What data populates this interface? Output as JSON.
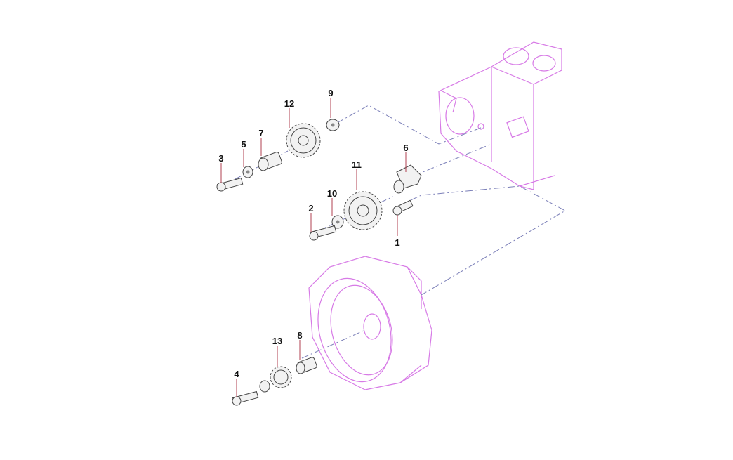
{
  "diagram": {
    "callouts": [
      {
        "id": "1",
        "label": "1"
      },
      {
        "id": "2",
        "label": "2"
      },
      {
        "id": "3",
        "label": "3"
      },
      {
        "id": "4",
        "label": "4"
      },
      {
        "id": "5",
        "label": "5"
      },
      {
        "id": "6",
        "label": "6"
      },
      {
        "id": "7",
        "label": "7"
      },
      {
        "id": "8",
        "label": "8"
      },
      {
        "id": "9",
        "label": "9"
      },
      {
        "id": "10",
        "label": "10"
      },
      {
        "id": "11",
        "label": "11"
      },
      {
        "id": "12",
        "label": "12"
      },
      {
        "id": "13",
        "label": "13"
      }
    ],
    "colors": {
      "housing": "#d77ae6",
      "centerline": "#7b7fb8",
      "leader": "#b04050"
    }
  }
}
